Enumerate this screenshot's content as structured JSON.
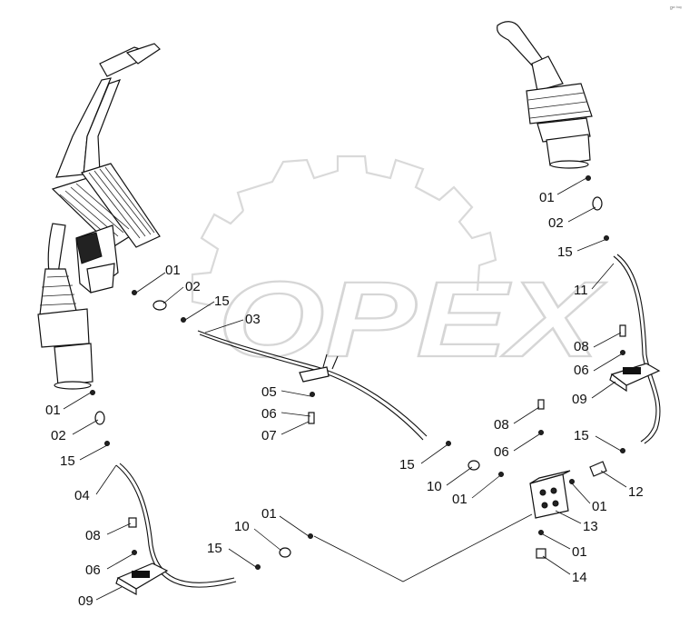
{
  "watermark": {
    "text": "OPEX"
  },
  "corner_note": "gᵉᵗ ᵇᵃᵍ",
  "callouts": [
    {
      "label": "01"
    },
    {
      "label": "02"
    },
    {
      "label": "15"
    },
    {
      "label": "03"
    },
    {
      "label": "01"
    },
    {
      "label": "02"
    },
    {
      "label": "15"
    },
    {
      "label": "04"
    },
    {
      "label": "08"
    },
    {
      "label": "06"
    },
    {
      "label": "09"
    },
    {
      "label": "05"
    },
    {
      "label": "06"
    },
    {
      "label": "07"
    },
    {
      "label": "01"
    },
    {
      "label": "10"
    },
    {
      "label": "15"
    },
    {
      "label": "15"
    },
    {
      "label": "10"
    },
    {
      "label": "01"
    },
    {
      "label": "08"
    },
    {
      "label": "06"
    },
    {
      "label": "13"
    },
    {
      "label": "01"
    },
    {
      "label": "14"
    },
    {
      "label": "01"
    },
    {
      "label": "02"
    },
    {
      "label": "15"
    },
    {
      "label": "11"
    },
    {
      "label": "08"
    },
    {
      "label": "06"
    },
    {
      "label": "09"
    },
    {
      "label": "15"
    },
    {
      "label": "12"
    },
    {
      "label": "01"
    }
  ]
}
